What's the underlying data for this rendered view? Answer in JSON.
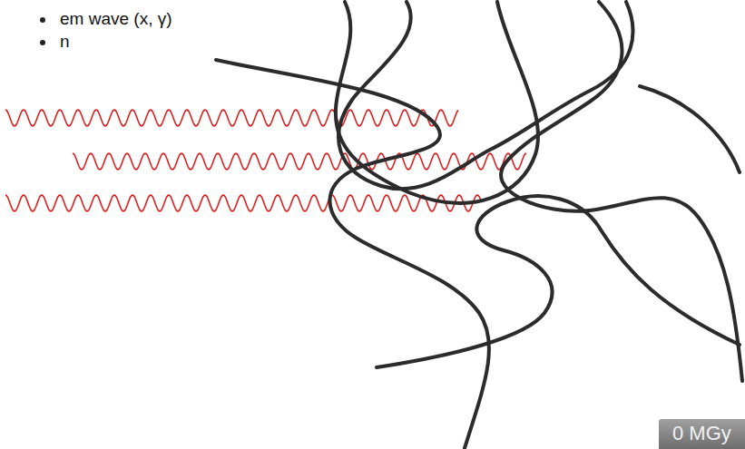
{
  "diagram": {
    "nodes": [
      {
        "text": [
          "0 MGy"
        ]
      }
    ],
    "labels": [
      "em wave (x, γ)",
      "n"
    ]
  }
}
